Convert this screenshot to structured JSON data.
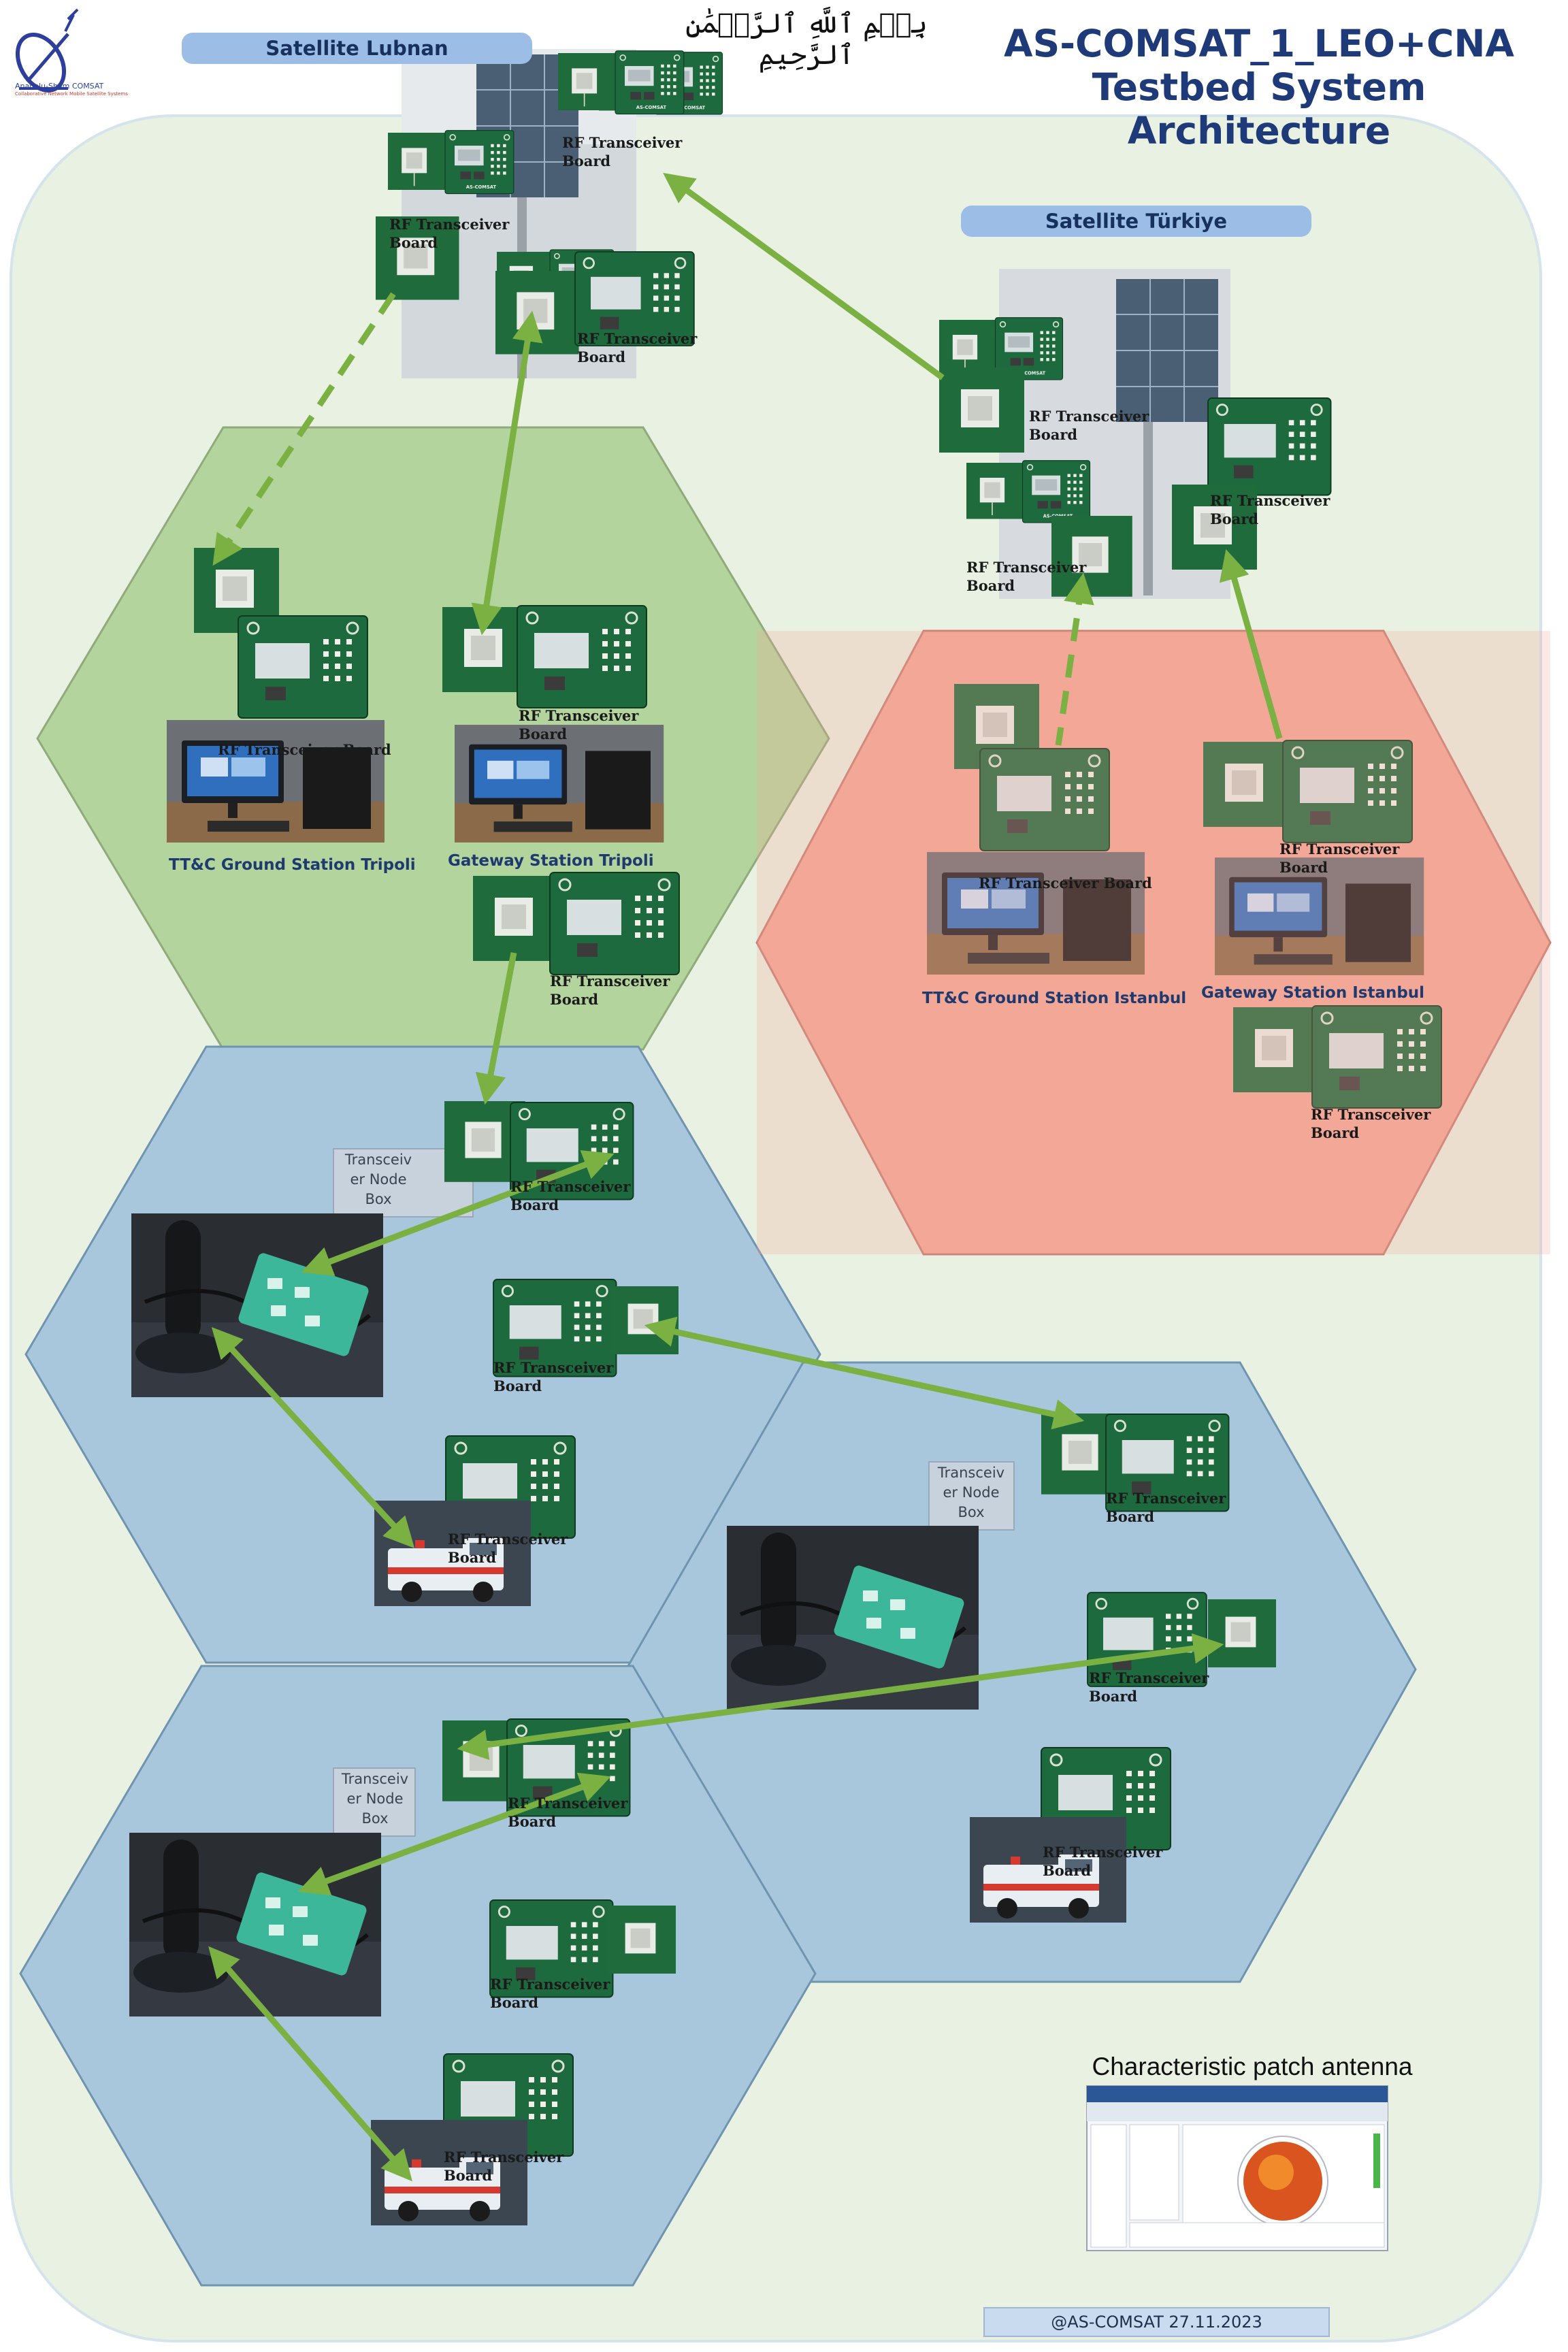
{
  "header": {
    "title_line1": "AS-COMSAT_1_LEO+CNA",
    "title_line2": "Testbed System Architecture",
    "basmala": "بِسۡمِ ٱللَّهِ ٱلرَّحۡمَٰنِ ٱلرَّحِيمِ",
    "logo_text": "Anadolu-Sham COMSAT",
    "logo_subtext": "Collaborative Network Mobile Satellite Systems"
  },
  "satellites": {
    "lubnan_label": "Satellite Lubnan",
    "turkiye_label": "Satellite Türkiye"
  },
  "rf_board": {
    "line1": "RF Transceiver",
    "line2": "Board",
    "single": "RF Transceiver Board",
    "board_brand": "AS-COMSAT"
  },
  "stations": {
    "ttc_tripoli": "TT&C Ground Station Tripoli",
    "gw_tripoli": "Gateway Station Tripoli",
    "ttc_istanbul": "TT&C Ground Station Istanbul",
    "gw_istanbul": "Gateway Station Istanbul"
  },
  "node_box": {
    "line1": "Transceiv",
    "line2": "er Node",
    "line3": "Box"
  },
  "antenna": {
    "caption": "Characteristic patch antenna"
  },
  "footer": {
    "credit": "@AS-COMSAT 27.11.2023"
  },
  "colors": {
    "link_green": "#7ab142",
    "dashed_link": "#6f9c40",
    "green_cell": "#b3d49c",
    "red_cell": "#f2a797",
    "blue_cell": "#a9c7dc",
    "title_navy": "#1f3a78"
  }
}
